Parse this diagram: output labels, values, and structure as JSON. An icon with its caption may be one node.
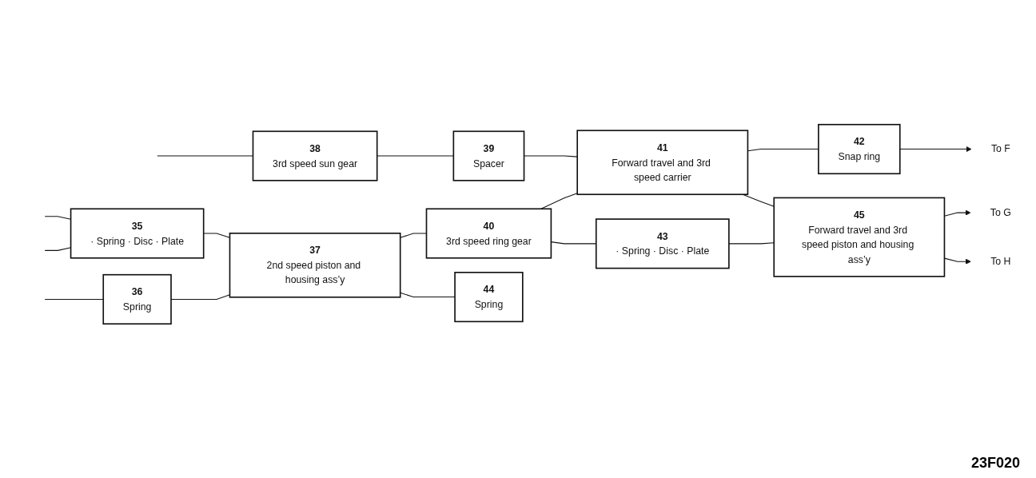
{
  "diagram": {
    "nodes": [
      {
        "text": [
          "38",
          "3rd speed sun gear"
        ]
      },
      {
        "text": [
          "39",
          "Spacer"
        ]
      },
      {
        "text": [
          "42",
          "Snap ring"
        ]
      },
      {
        "text": [
          "To F"
        ]
      },
      {
        "text": [
          "41",
          "Forward travel and 3rd speed carrier"
        ]
      },
      {
        "text": [
          "35",
          "· Spring · Disc · Plate"
        ]
      },
      {
        "text": [
          "40",
          "3rd speed ring gear"
        ]
      },
      {
        "text": [
          "To G"
        ]
      },
      {
        "text": [
          "37",
          "2nd speed piston and housing ass’y"
        ]
      },
      {
        "text": [
          "43",
          "· Spring · Disc · Plate"
        ]
      },
      {
        "text": [
          "45",
          "Forward travel and 3rd speed piston and housing ass’y"
        ]
      },
      {
        "text": [
          "36",
          "Spring"
        ]
      },
      {
        "text": [
          "44",
          "Spring"
        ]
      },
      {
        "text": [
          "To H"
        ]
      }
    ],
    "edges": [
      {
        "from": null,
        "to": 0,
        "arrow": "none"
      },
      {
        "from": 0,
        "to": 1,
        "arrow": "none"
      },
      {
        "from": 1,
        "to": 4,
        "arrow": "none"
      },
      {
        "from": null,
        "to": 5,
        "arrow": "none"
      },
      {
        "from": null,
        "to": 5,
        "arrow": "none"
      },
      {
        "from": null,
        "to": 11,
        "arrow": "none"
      },
      {
        "from": 5,
        "to": 8,
        "arrow": "none"
      },
      {
        "from": 11,
        "to": 8,
        "arrow": "none"
      },
      {
        "from": 8,
        "to": 6,
        "arrow": "none"
      },
      {
        "from": 8,
        "to": 12,
        "arrow": "none"
      },
      {
        "from": 6,
        "to": 4,
        "arrow": "none"
      },
      {
        "from": 6,
        "to": 9,
        "arrow": "none"
      },
      {
        "from": 4,
        "to": 2,
        "arrow": "none"
      },
      {
        "from": 4,
        "to": 10,
        "arrow": "none"
      },
      {
        "from": 9,
        "to": 10,
        "arrow": "none"
      },
      {
        "from": 2,
        "to": 3,
        "arrow": "to"
      },
      {
        "from": 10,
        "to": 7,
        "arrow": "to"
      },
      {
        "from": 10,
        "to": 13,
        "arrow": "to"
      }
    ],
    "labels": [
      "23F020"
    ]
  }
}
